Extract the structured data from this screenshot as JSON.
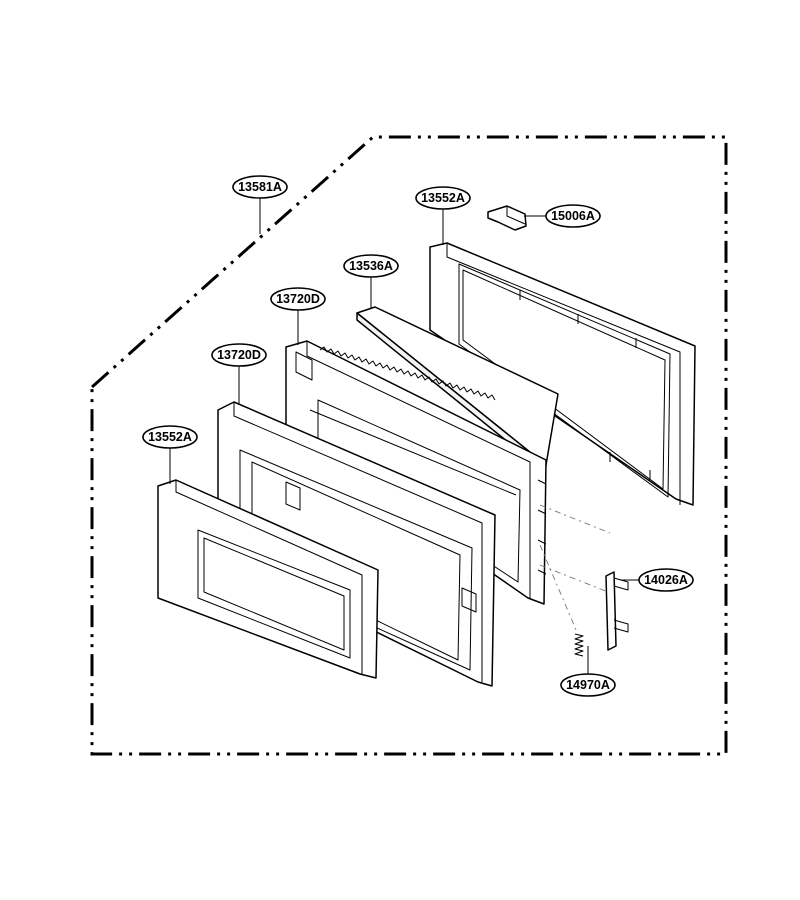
{
  "diagram": {
    "callouts": [
      {
        "id": "assembly",
        "label": "13581A"
      },
      {
        "id": "outer-frame-top",
        "label": "13552A"
      },
      {
        "id": "clip",
        "label": "15006A"
      },
      {
        "id": "glass-panel",
        "label": "13536A"
      },
      {
        "id": "inner-frame",
        "label": "13720D"
      },
      {
        "id": "choke-frame",
        "label": "13720D"
      },
      {
        "id": "outer-frame-front",
        "label": "13552A"
      },
      {
        "id": "latch",
        "label": "14026A"
      },
      {
        "id": "spring",
        "label": "14970A"
      }
    ]
  }
}
